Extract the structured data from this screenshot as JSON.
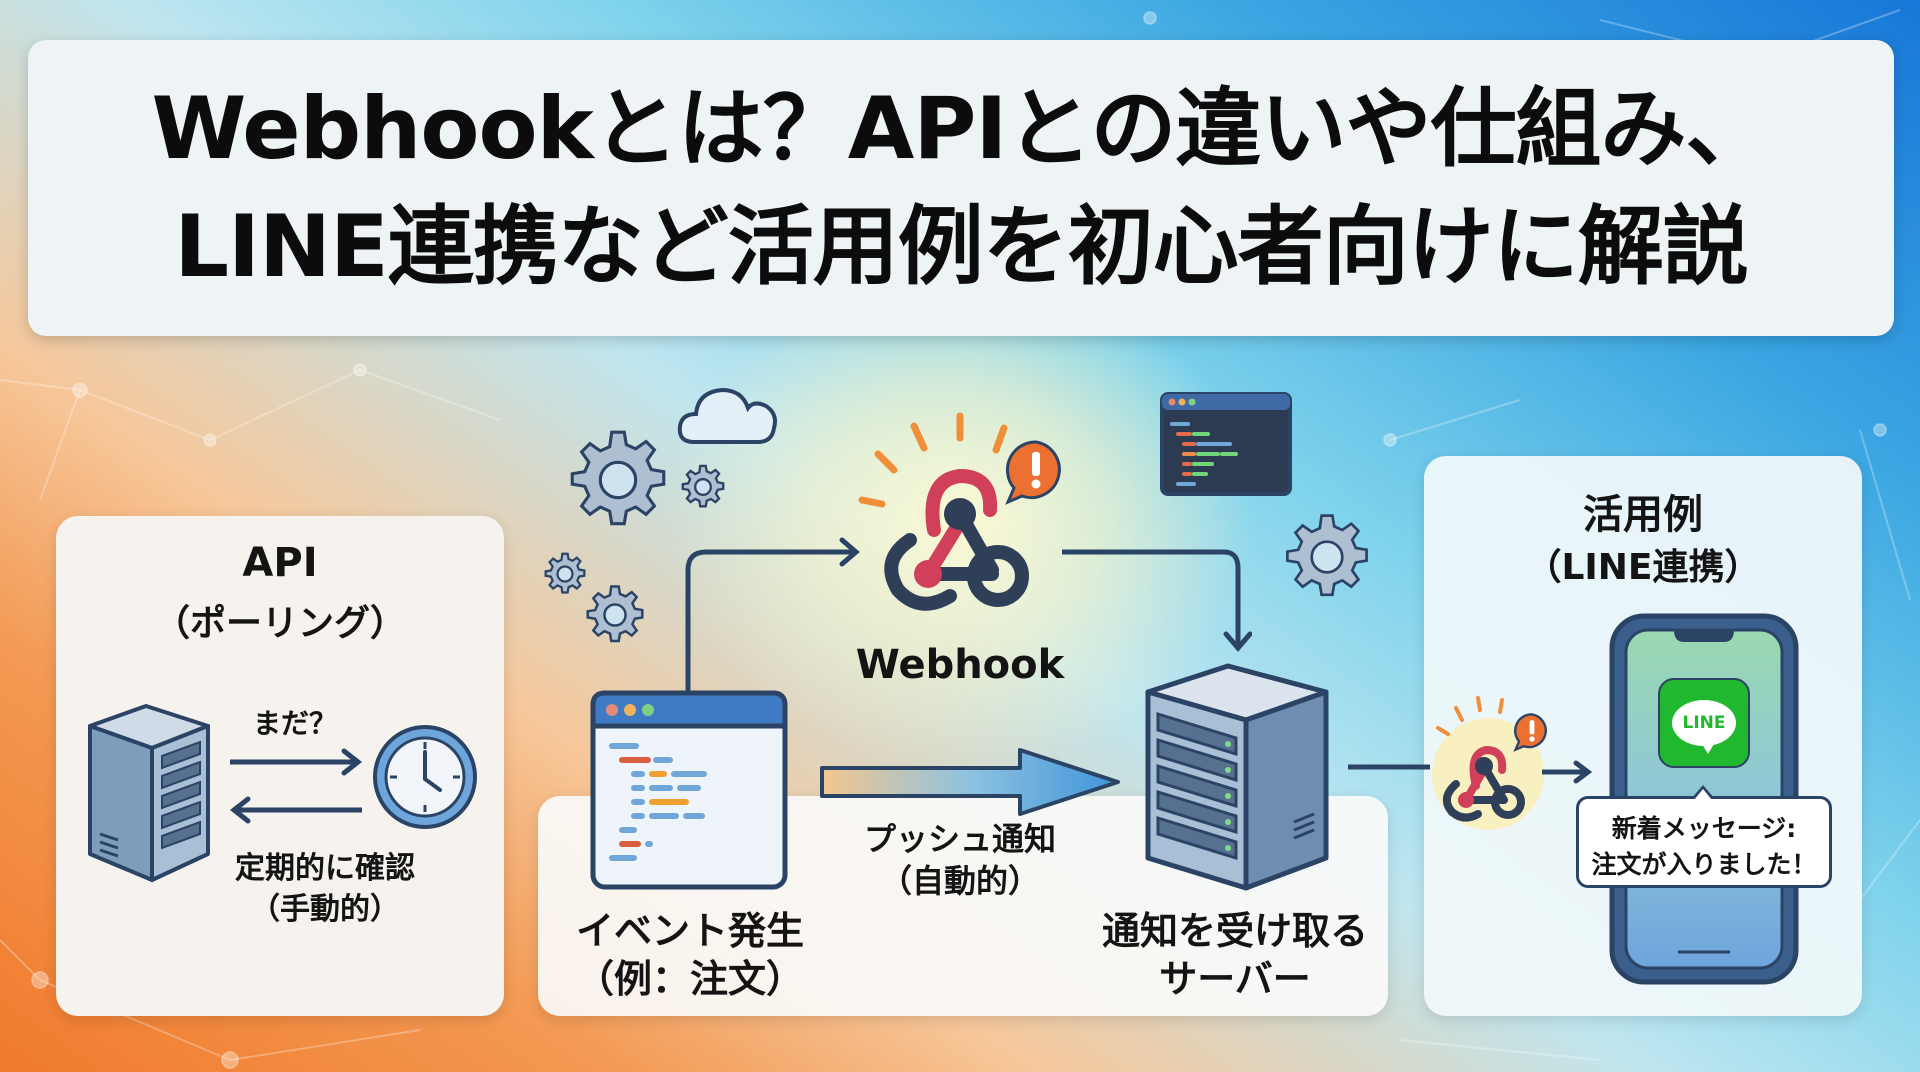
{
  "title": {
    "line1": "Webhookとは？APIとの違いや仕組み、",
    "line2": "LINE連携など活用例を初心者向けに解説"
  },
  "api_panel": {
    "heading": "API",
    "subheading": "（ポーリング）",
    "request_label": "まだ？",
    "caption_line1": "定期的に確認",
    "caption_line2": "（手動的）",
    "icons": [
      "server-icon",
      "clock-icon",
      "arrow-right-icon",
      "arrow-left-icon"
    ]
  },
  "webhook_flow": {
    "hub_label": "Webhook",
    "event_label_line1": "イベント発生",
    "event_label_line2": "（例：注文）",
    "push_label_line1": "プッシュ通知",
    "push_label_line2": "（自動的）",
    "receiver_label_line1": "通知を受け取る",
    "receiver_label_line2": "サーバー",
    "icons": [
      "webhook-icon",
      "alert-bubble-icon",
      "browser-window-icon",
      "server-icon",
      "cloud-icon",
      "gear-icon",
      "code-window-icon"
    ]
  },
  "line_panel": {
    "heading": "活用例",
    "subheading": "（LINE連携）",
    "app_icon_text": "LINE",
    "message_line1": "新着メッセージ:",
    "message_line2": "注文が入りました！",
    "icons": [
      "webhook-icon",
      "smartphone-icon",
      "line-app-icon",
      "speech-bubble-icon"
    ]
  },
  "colors": {
    "title_text": "#0c0c0c",
    "navy_stroke": "#2b4466",
    "webhook_red": "#d0405a",
    "alert_orange": "#ec7032",
    "line_green": "#1fb82f",
    "push_arrow_blue": "#3f95da",
    "bg_orange": "#f07a2c",
    "bg_blue": "#1877d8"
  }
}
